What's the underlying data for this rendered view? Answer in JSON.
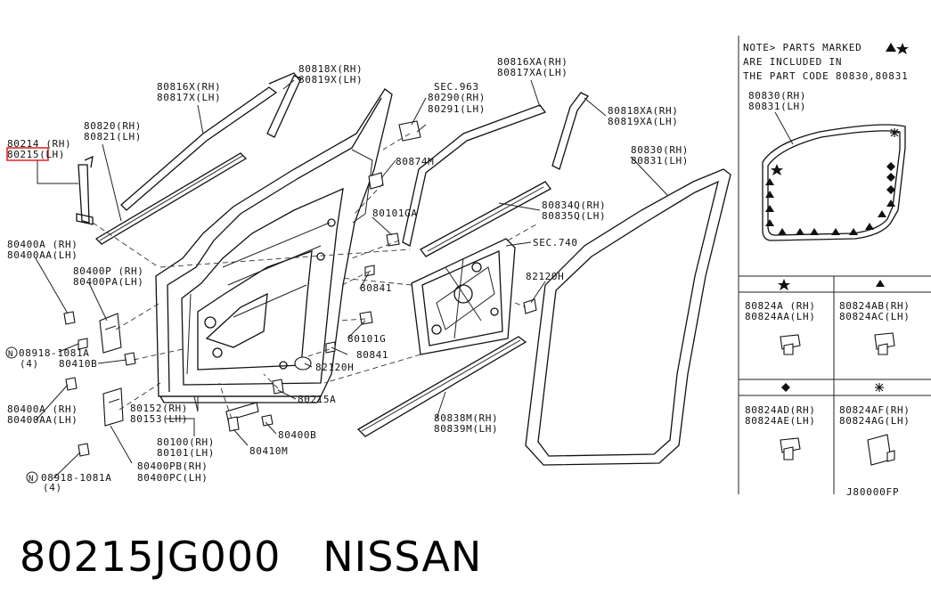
{
  "footer": {
    "text": "80215JG000   NISSAN"
  },
  "highlight_color": "#e02020",
  "labels": {
    "l80214": "80214 (RH)",
    "l80215": "80215(LH)",
    "l80820": "80820(RH)",
    "l80821": "80821(LH)",
    "l80816x": "80816X(RH)",
    "l80817x": "80817X(LH)",
    "l80818x": "80818X(RH)",
    "l80819x": "80819X(LH)",
    "sec963": "SEC.963",
    "l80290": "80290(RH)",
    "l80291": "80291(LH)",
    "l80816xa": "80816XA(RH)",
    "l80817xa": "80817XA(LH)",
    "l80818xa": "80818XA(RH)",
    "l80819xa": "80819XA(LH)",
    "l80874m": "80874M",
    "l80101ga": "80101GA",
    "l80834q": "80834Q(RH)",
    "l80835q": "80835Q(LH)",
    "l80830": "80830(RH)",
    "l80831": "80831(LH)",
    "sec740": "SEC.740",
    "l82120h_a": "82120H",
    "l80841_a": "80841",
    "l80101g": "80101G",
    "l80841_b": "80841",
    "l82120h_b": "82120H",
    "l80215a": "80215A",
    "l80400a_1": "80400A (RH)",
    "l80400aa_1": "80400AA(LH)",
    "l80400p": "80400P (RH)",
    "l80400pa": "80400PA(LH)",
    "l08918_1": "08918-1081A",
    "l08918_1_qty": "(4)",
    "l80410b": "80410B",
    "l80400a_2": "80400A (RH)",
    "l80400aa_2": "80400AA(LH)",
    "l80152": "80152(RH)",
    "l80153": "80153(LH)",
    "l80100": "80100(RH)",
    "l80101": "80101(LH)",
    "l80400pb": "80400PB(RH)",
    "l80400pc": "80400PC(LH)",
    "l08918_2": "08918-1081A",
    "l08918_2_qty": "(4)",
    "l80400b": "80400B",
    "l80410m": "80410M",
    "l80838m": "80838M(RH)",
    "l80839m": "80839M(LH)"
  },
  "note_panel": {
    "note_line1": "NOTE> PARTS MARKED",
    "note_line2": "ARE INCLUDED IN",
    "note_line3": "THE PART CODE 80830,80831",
    "seal_rh": "80830(RH)",
    "seal_lh": "80831(LH)",
    "c1_a": "80824A (RH)",
    "c1_b": "80824AA(LH)",
    "c2_a": "80824AB(RH)",
    "c2_b": "80824AC(LH)",
    "c3_a": "80824AD(RH)",
    "c3_b": "80824AE(LH)",
    "c4_a": "80824AF(RH)",
    "c4_b": "80824AG(LH)",
    "ref": "J80000FP"
  }
}
